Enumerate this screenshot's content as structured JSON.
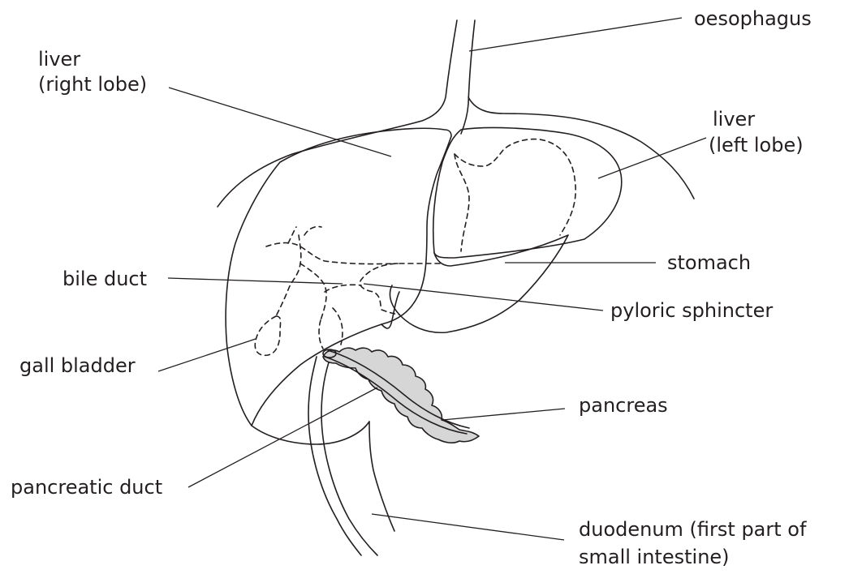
{
  "labels": {
    "oesophagus": "oesophagus",
    "liver_right_line1": "liver",
    "liver_right_line2": "(right lobe)",
    "liver_left_line1": "liver",
    "liver_left_line2": "(left lobe)",
    "stomach": "stomach",
    "bile_duct": "bile duct",
    "pyloric_sphincter": "pyloric sphincter",
    "gall_bladder": "gall bladder",
    "pancreas": "pancreas",
    "pancreatic_duct": "pancreatic duct",
    "duodenum_line1": "duodenum (first part of",
    "duodenum_line2": "small intestine)"
  },
  "colors": {
    "ink": "#231f20",
    "pancreas_fill": "#d6d6d6",
    "background": "#ffffff"
  }
}
